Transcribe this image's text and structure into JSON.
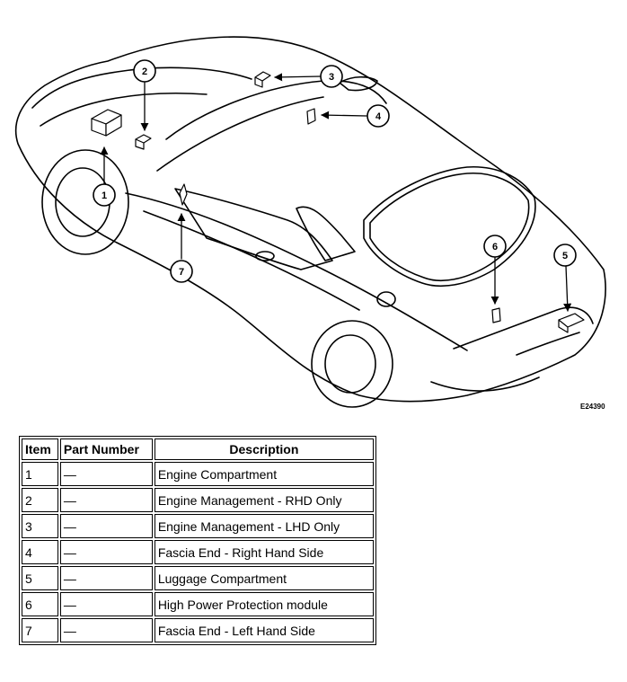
{
  "diagram": {
    "reference_code": "E24390",
    "callouts": [
      "1",
      "2",
      "3",
      "4",
      "5",
      "6",
      "7"
    ]
  },
  "table": {
    "headers": [
      "Item",
      "Part Number",
      "Description"
    ],
    "rows": [
      [
        "1",
        "—",
        "Engine Compartment"
      ],
      [
        "2",
        "—",
        "Engine Management - RHD Only"
      ],
      [
        "3",
        "—",
        "Engine Management - LHD Only"
      ],
      [
        "4",
        "—",
        "Fascia End - Right Hand Side"
      ],
      [
        "5",
        "—",
        "Luggage Compartment"
      ],
      [
        "6",
        "—",
        "High Power Protection module"
      ],
      [
        "7",
        "—",
        "Fascia End - Left Hand Side"
      ]
    ]
  }
}
